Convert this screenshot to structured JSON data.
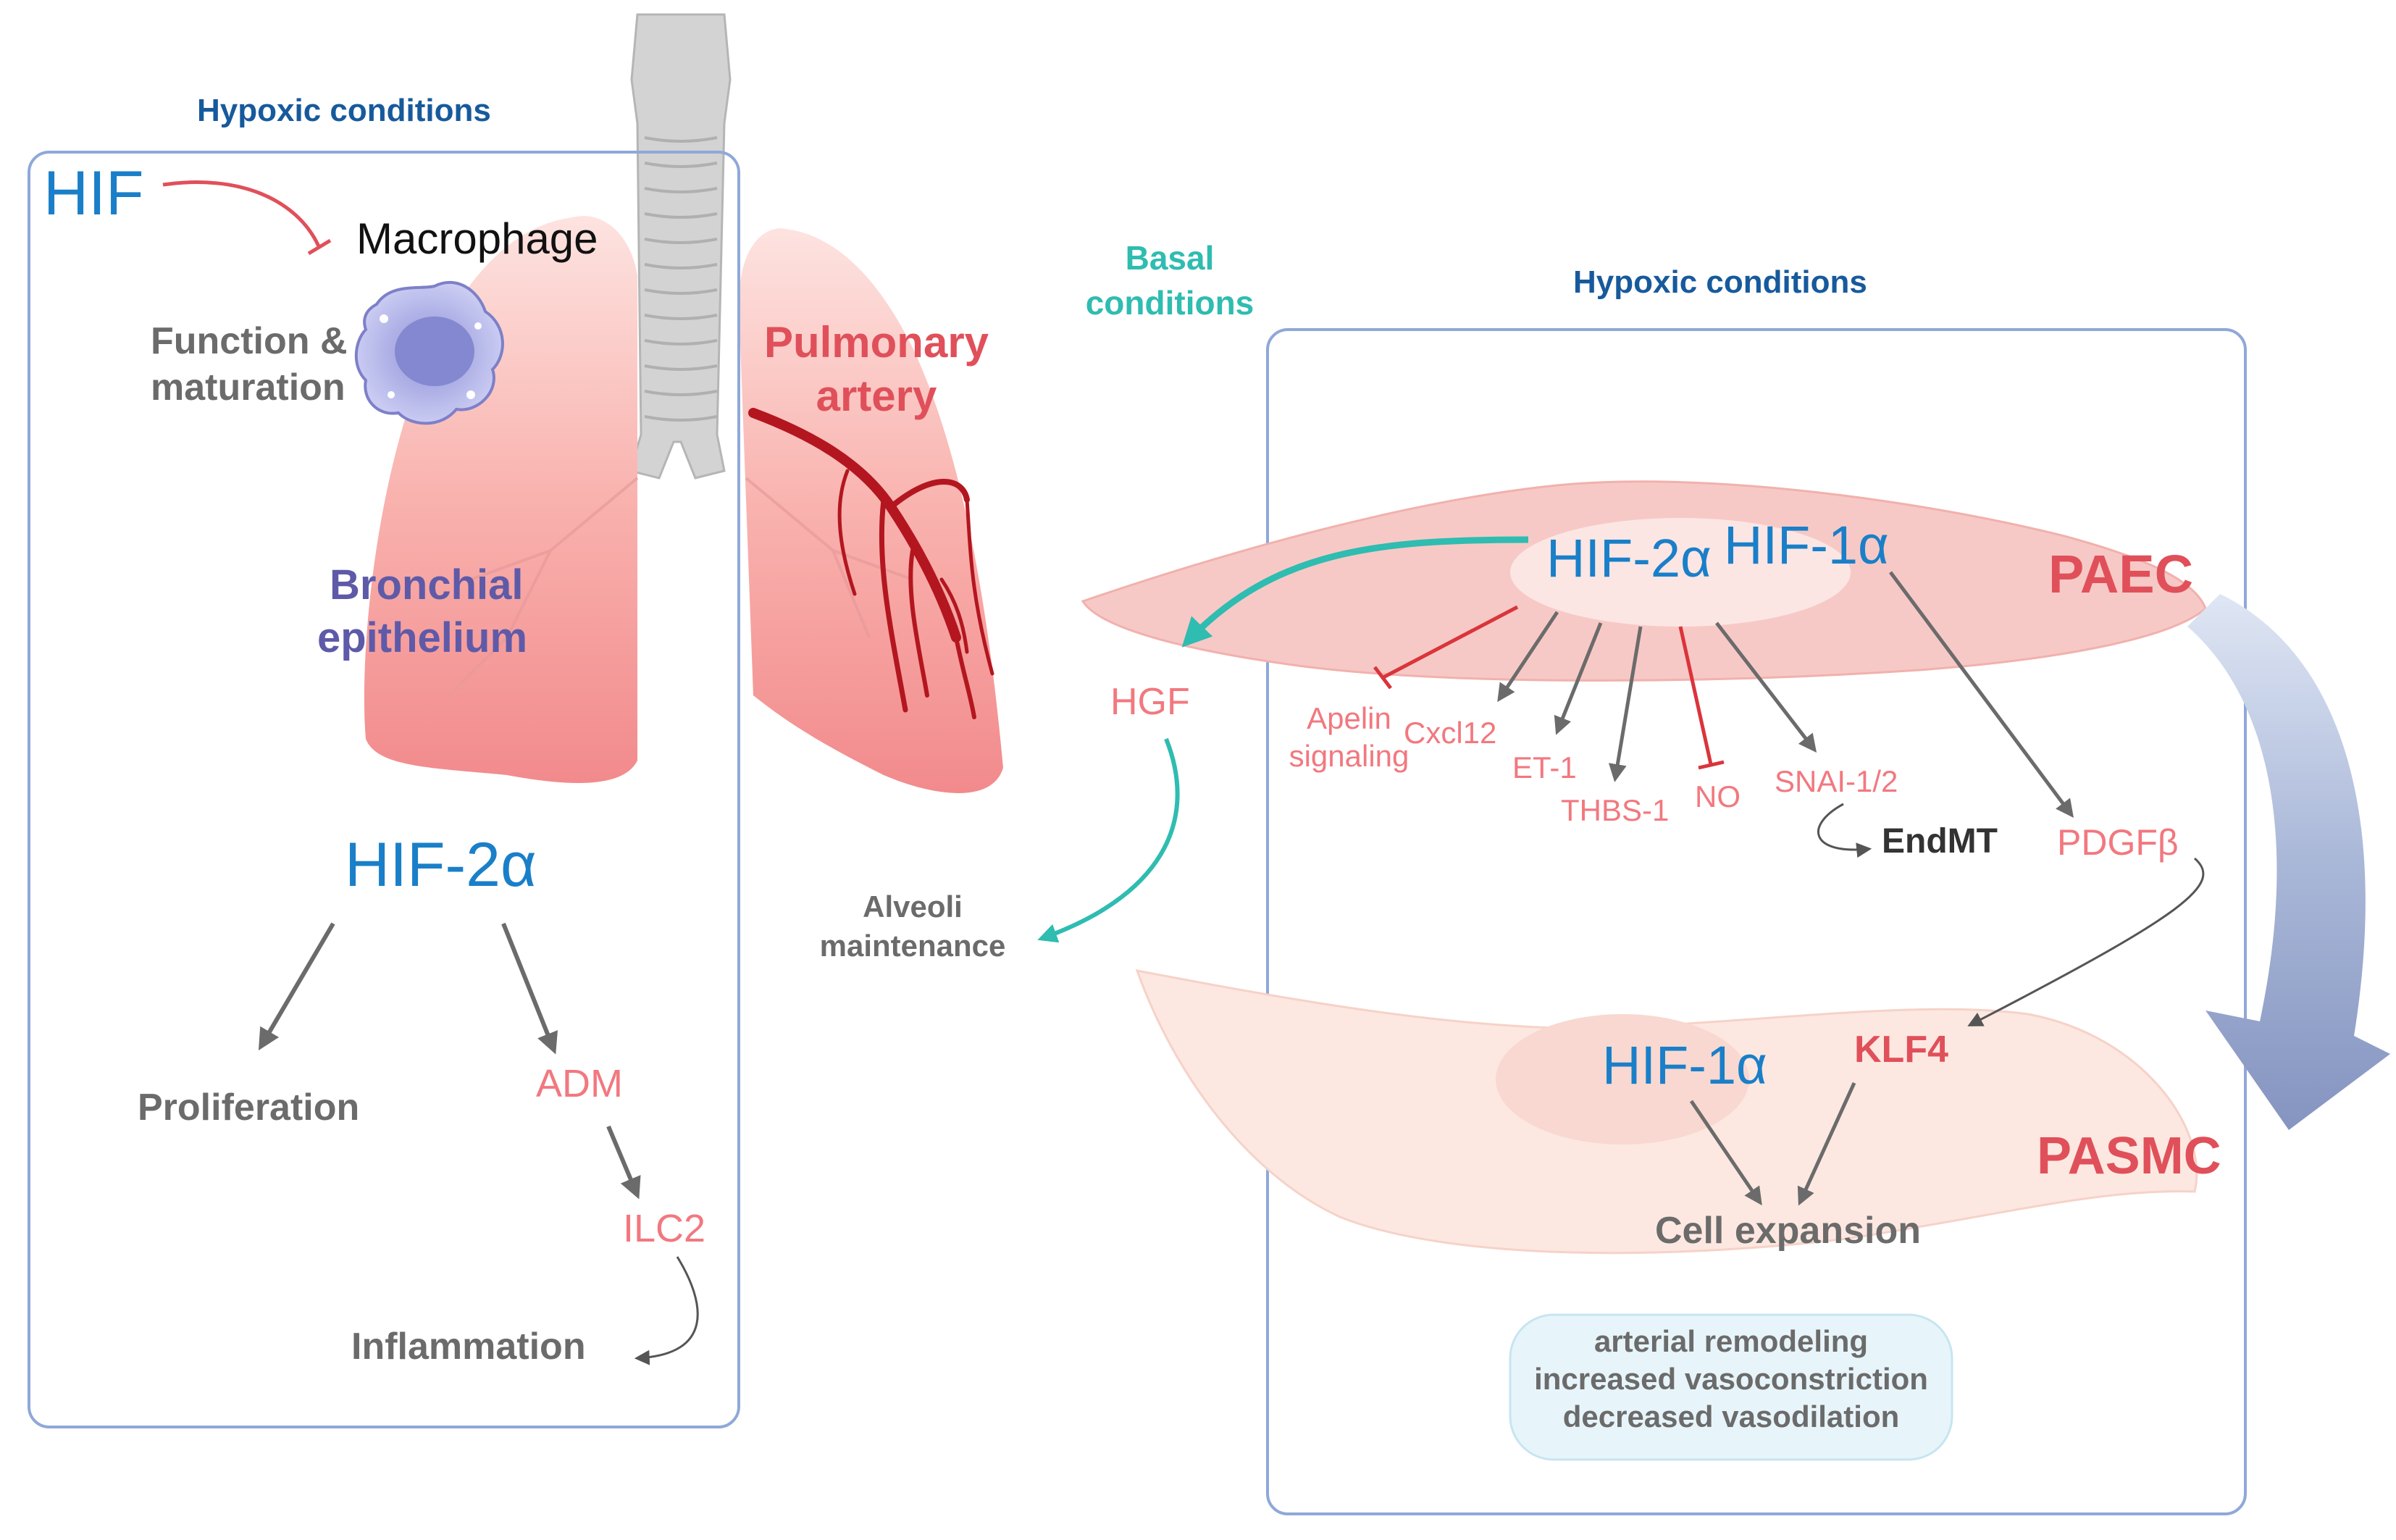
{
  "colors": {
    "box_border": "#8fa8d9",
    "blue_text": "#1a7fc8",
    "heading_navy": "#175a9c",
    "teal": "#2fbcb1",
    "red_label": "#e0505a",
    "pink_label": "#f2787f",
    "grey_text": "#6b6b6b",
    "lung_pink": "#f59a9a",
    "artery_red": "#b3161f",
    "inhibit_red": "#d9353b",
    "arrow_grey": "#6b6b6b",
    "big_arrow": "#8c9dc4"
  },
  "icons": [
    "macrophage-cell-icon",
    "lungs-trachea-icon",
    "pulmonary-artery-icon",
    "endothelial-cell-icon",
    "smooth-muscle-cell-icon"
  ],
  "left_panel": {
    "heading": "Hypoxic conditions",
    "hif": "HIF",
    "macrophage": "Macrophage",
    "function_line1": "Function &",
    "function_line2": "maturation",
    "bronchial_line1": "Bronchial",
    "bronchial_line2": "epithelium",
    "hif2a": "HIF-2α",
    "proliferation": "Proliferation",
    "adm": "ADM",
    "ilc2": "ILC2",
    "inflammation": "Inflammation"
  },
  "center": {
    "pulmonary_line1": "Pulmonary",
    "pulmonary_line2": "artery",
    "basal_line1": "Basal",
    "basal_line2": "conditions",
    "hgf": "HGF",
    "alveoli_line1": "Alveoli",
    "alveoli_line2": "maintenance"
  },
  "right_panel": {
    "heading": "Hypoxic conditions",
    "hif2a": "HIF-2α",
    "hif1a": "HIF-1α",
    "paec": "PAEC",
    "apelin_line1": "Apelin",
    "apelin_line2": "signaling",
    "cxcl12": "Cxcl12",
    "et1": "ET-1",
    "thbs1": "THBS-1",
    "no": "NO",
    "snai": "SNAI-1/2",
    "endmt": "EndMT",
    "pdgfb": "PDGFβ",
    "hif1a_pasmc": "HIF-1α",
    "klf4": "KLF4",
    "pasmc": "PASMC",
    "cell_expansion": "Cell expansion",
    "outcomes": [
      "arterial remodeling",
      "increased vasoconstriction",
      "decreased vasodilation"
    ]
  }
}
